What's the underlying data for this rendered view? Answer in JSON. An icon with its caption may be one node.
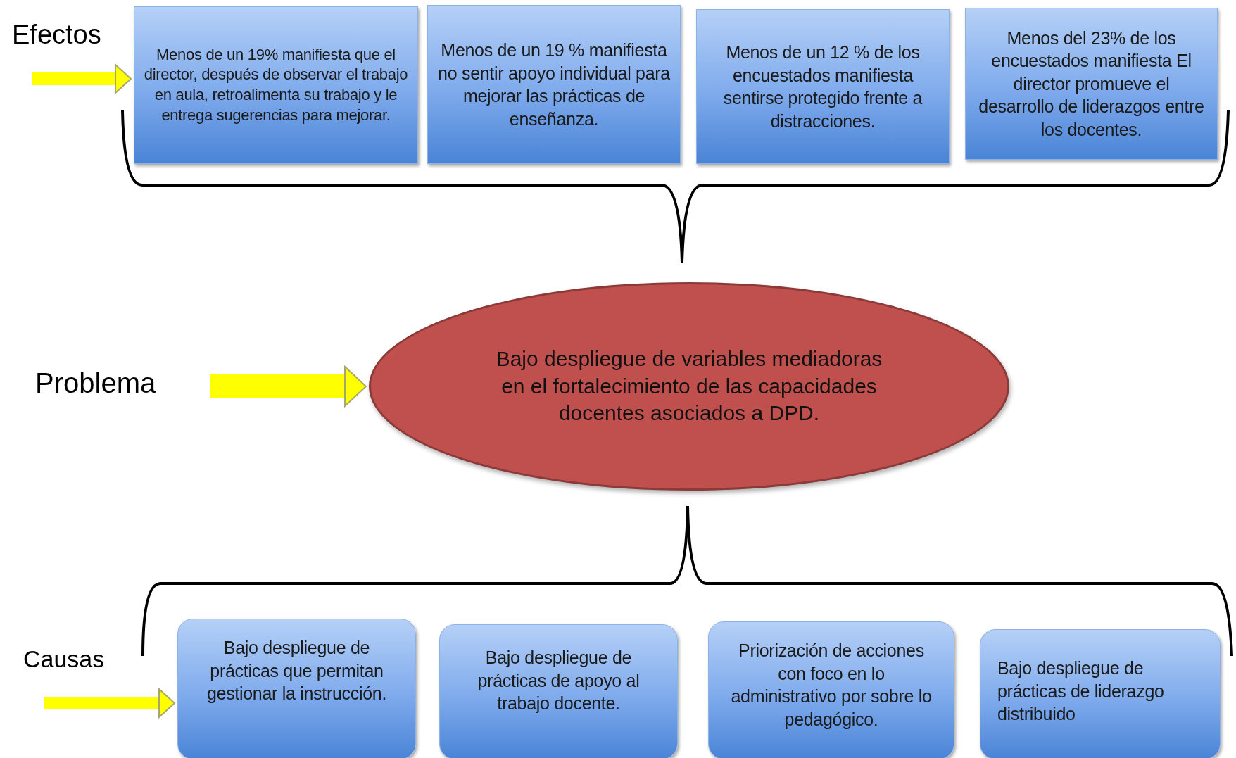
{
  "diagram": {
    "nodes": [
      {
        "text": [
          "Efectos"
        ]
      },
      {
        "text": [
          "Menos de un 19% manifiesta que el director, después de observar el trabajo en aula, retroalimenta su trabajo y le entrega sugerencias para mejorar."
        ]
      },
      {
        "text": [
          "Menos de un 19 % manifiesta no sentir apoyo individual para mejorar las prácticas de enseñanza."
        ]
      },
      {
        "text": [
          "Menos de un 12 % de los encuestados manifiesta sentirse protegido frente a distracciones."
        ]
      },
      {
        "text": [
          "Menos del 23% de los encuestados manifiesta El director promueve el desarrollo de liderazgos entre los docentes."
        ]
      },
      {
        "text": [
          "Problema"
        ]
      },
      {
        "text": [
          "Bajo despliegue de variables mediadoras en el fortalecimiento de las capacidades docentes asociados a DPD."
        ]
      },
      {
        "text": [
          "Causas"
        ]
      },
      {
        "text": [
          "Bajo despliegue de prácticas que permitan gestionar la instrucción."
        ]
      },
      {
        "text": [
          "Bajo despliegue de prácticas de apoyo al trabajo docente."
        ]
      },
      {
        "text": [
          "Priorización de acciones con foco en lo administrativo por sobre lo pedagógico."
        ]
      },
      {
        "text": [
          "Bajo despliegue de prácticas de liderazgo distribuido"
        ]
      }
    ],
    "edges": [
      {
        "from": null,
        "to": 1,
        "arrow": "to"
      },
      {
        "from": 5,
        "to": 6,
        "arrow": "to",
        "style": "thick"
      },
      {
        "from": null,
        "to": 8,
        "arrow": "to"
      }
    ]
  }
}
